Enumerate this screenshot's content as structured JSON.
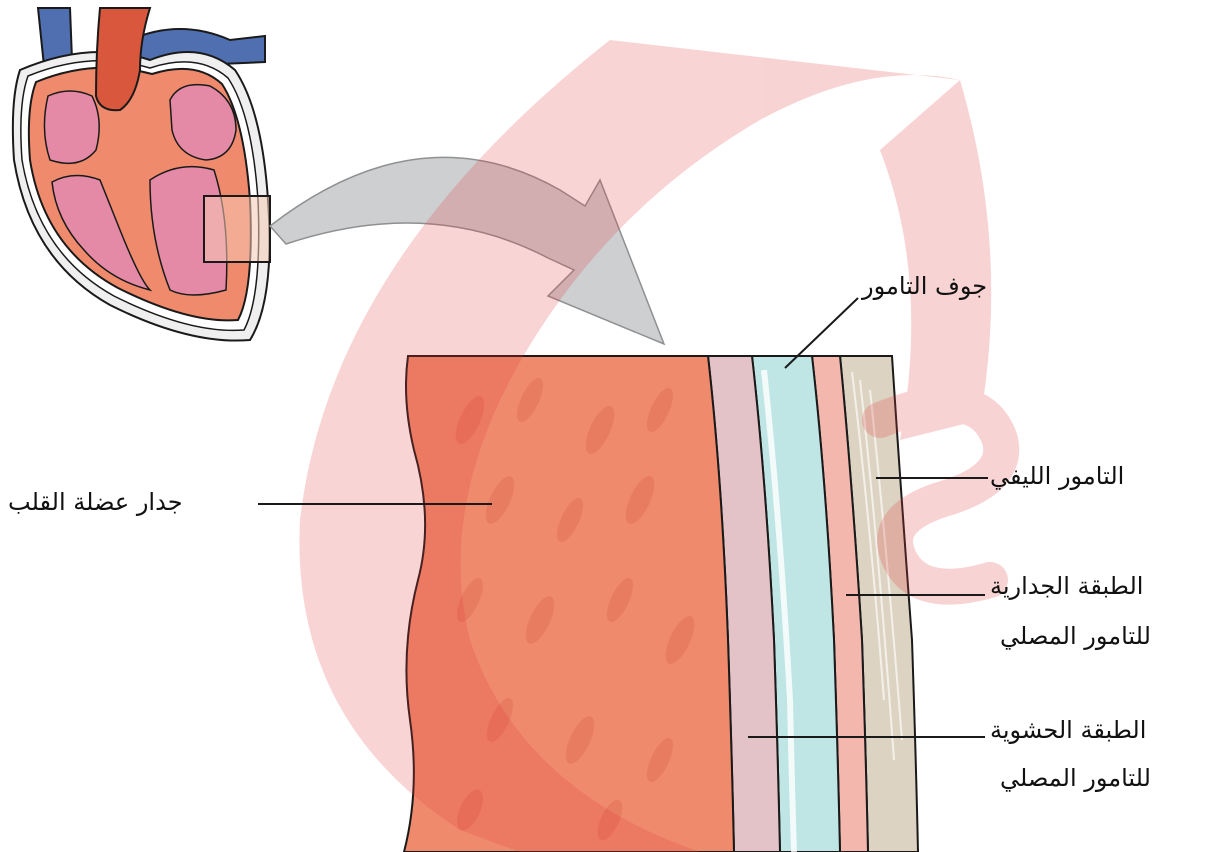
{
  "diagram": {
    "labels": {
      "pericardial_cavity": "جوف التامور",
      "fibrous_pericardium": "التامور الليفي",
      "myocardium_wall": "جدار عضلة القلب",
      "parietal_layer_line1": "الطبقة الجدارية",
      "parietal_layer_line2": "للتامور المصلي",
      "visceral_layer_line1": "الطبقة الحشوية",
      "visceral_layer_line2": "للتامور المصلي"
    },
    "colors": {
      "myocardium": "#ef8b6c",
      "myocardium_dark": "#e2715a",
      "visceral_layer": "#e3c2c8",
      "pericardial_cavity": "#bfe5e5",
      "parietal_layer": "#f3b7ae",
      "fibrous_layer": "#ddd3c2",
      "heart_interior": "#e58aa6",
      "aorta": "#d9573c",
      "veins": "#4f6fb0",
      "arrow": "#c8cacc",
      "watermark": "#e23a3a"
    },
    "icons": {
      "thumbnail": "heart-cross-section-icon",
      "zoom_arrow": "curved-arrow-icon",
      "watermark": "logo-watermark"
    }
  }
}
